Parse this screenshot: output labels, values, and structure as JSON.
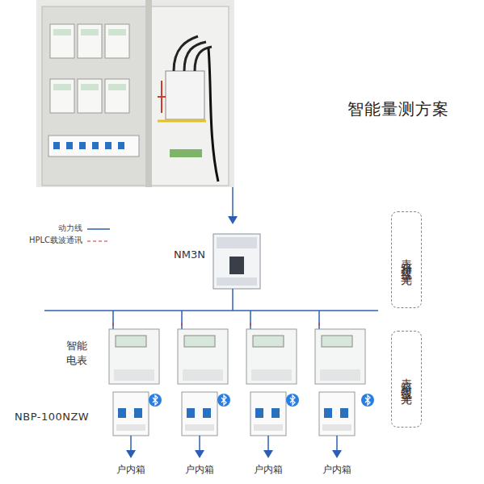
{
  "diagram": {
    "title": "智能量测方案",
    "nodes": [
      {
        "text": [
          "NM3N"
        ]
      },
      {
        "text": [
          "表箱进线单元"
        ]
      },
      {
        "text": [
          "表箱出线单元"
        ]
      }
    ],
    "labels": [
      "智能电表",
      "NBP-100NZW",
      "户内箱",
      "户内箱",
      "户内箱",
      "户内箱"
    ],
    "legend": [
      {
        "text": "动力线"
      },
      {
        "text": "HPLC载波通讯"
      }
    ]
  }
}
